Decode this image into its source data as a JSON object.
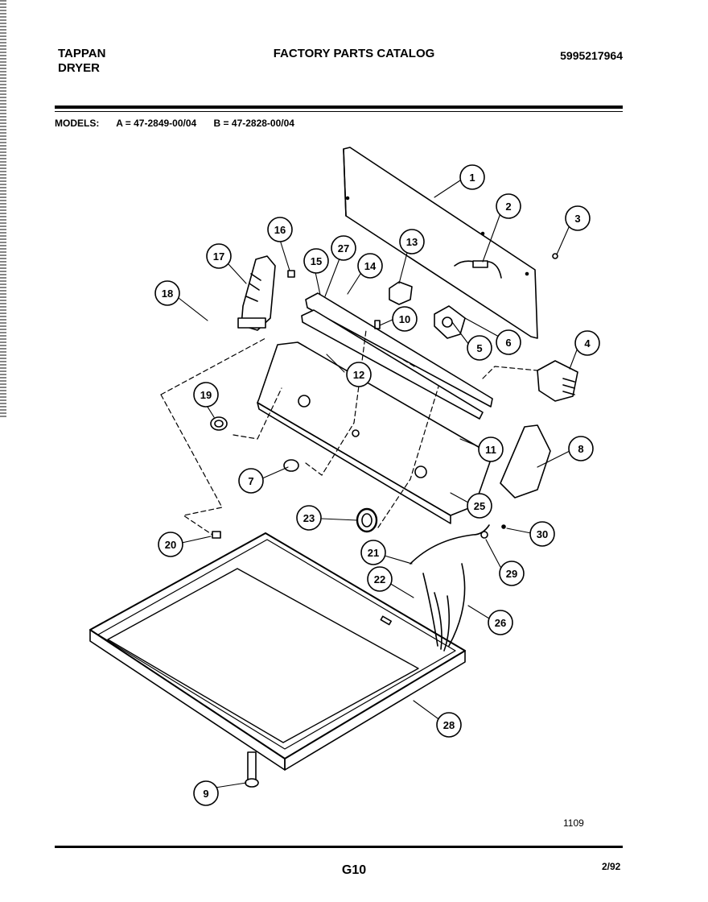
{
  "header": {
    "brand_line1": "TAPPAN",
    "brand_line2": "DRYER",
    "catalog_title": "FACTORY PARTS CATALOG",
    "catalog_number": "5995217964"
  },
  "models": {
    "label": "MODELS:",
    "model_a": "A = 47-2849-00/04",
    "model_b": "B = 47-2828-00/04"
  },
  "callouts": [
    "1",
    "2",
    "3",
    "4",
    "5",
    "6",
    "7",
    "8",
    "9",
    "10",
    "11",
    "12",
    "13",
    "14",
    "15",
    "16",
    "17",
    "18",
    "19",
    "20",
    "21",
    "22",
    "23",
    "25",
    "26",
    "27",
    "28",
    "29",
    "30"
  ],
  "footer": {
    "drawing_number": "1109",
    "page_code": "G10",
    "date": "2/92"
  }
}
